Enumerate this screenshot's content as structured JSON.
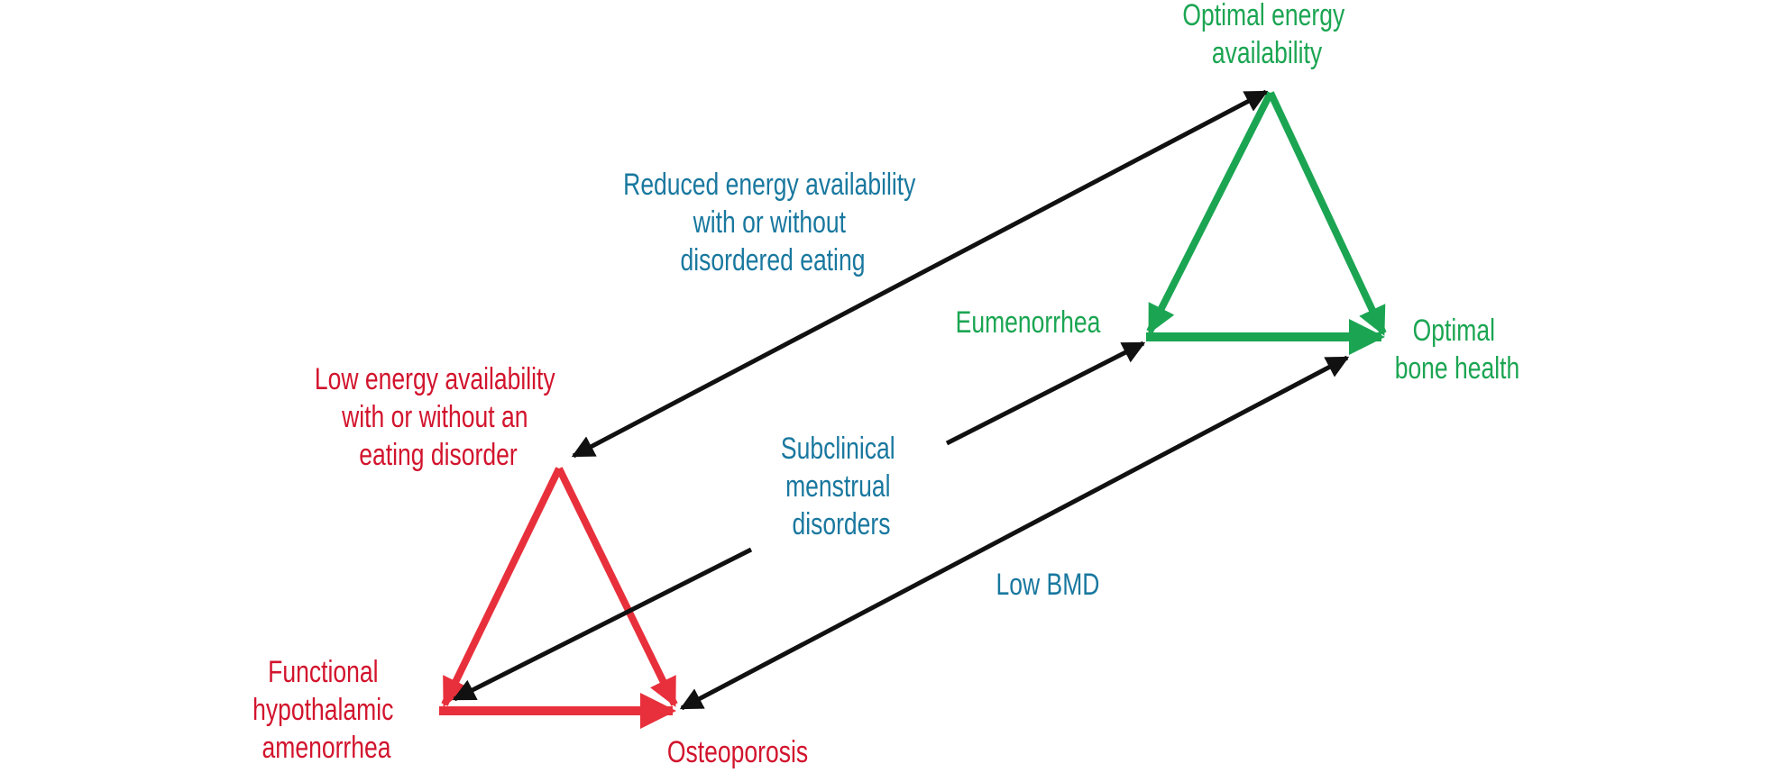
{
  "colors": {
    "green": "#1ba552",
    "red": "#e8303c",
    "red_text": "#d2142d",
    "teal": "#19789f",
    "arrow": "#111111"
  },
  "labels": {
    "optimal_energy": [
      "Optimal energy",
      "availability"
    ],
    "reduced_energy": [
      "Reduced energy availability",
      "with or without",
      "disordered eating"
    ],
    "eumenorrhea": "Eumenorrhea",
    "optimal_bone": [
      "Optimal",
      "bone health"
    ],
    "low_energy": [
      "Low energy availability",
      "with or without an",
      "eating disorder"
    ],
    "subclinical": [
      "Subclinical",
      "menstrual",
      "disorders"
    ],
    "low_bmd": "Low BMD",
    "fha": [
      "Functional",
      "hypothalamic",
      "amenorrhea"
    ],
    "osteoporosis": "Osteoporosis"
  }
}
